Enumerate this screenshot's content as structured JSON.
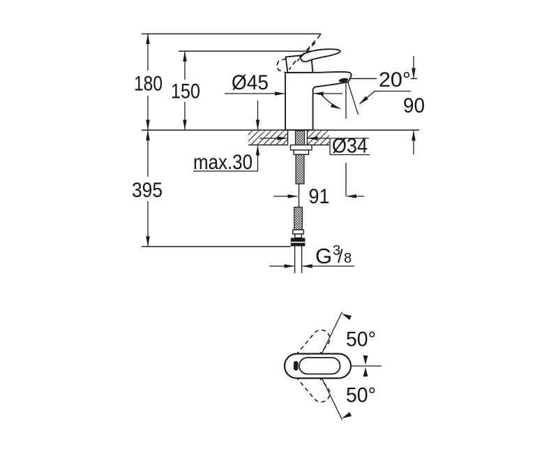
{
  "drawing": {
    "type": "technical-dimension-drawing",
    "views": {
      "front": {
        "total_height": "180",
        "lever_height": "150",
        "body_diameter": "Ø45",
        "spout_angle": "20°",
        "spout_height": "90",
        "mounting_hole_diameter": "Ø34",
        "max_deck_thickness": "max.30",
        "install_depth": "395",
        "hose_offset": "91",
        "thread": {
          "prefix": "G",
          "numerator": "3",
          "slash": "/",
          "denominator": "8"
        }
      },
      "top": {
        "swivel_angle_up": "50°",
        "swivel_angle_down": "50°"
      }
    },
    "colors": {
      "line": "#1c1c1c",
      "background": "#ffffff"
    }
  }
}
